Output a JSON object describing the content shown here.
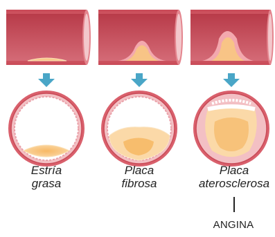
{
  "stages": [
    {
      "line1": "Estría",
      "line2": "grasa"
    },
    {
      "line1": "Placa",
      "line2": "fibrosa"
    },
    {
      "line1": "Placa",
      "line2": "aterosclerosa"
    }
  ],
  "outcome_label": "ANGINA",
  "colors": {
    "vessel_wall": "#d45e69",
    "vessel_inner": "#e39aa0",
    "plaque_fill": "#f9c98a",
    "plaque_core": "#f6b862",
    "arrow": "#4aa6c7"
  }
}
